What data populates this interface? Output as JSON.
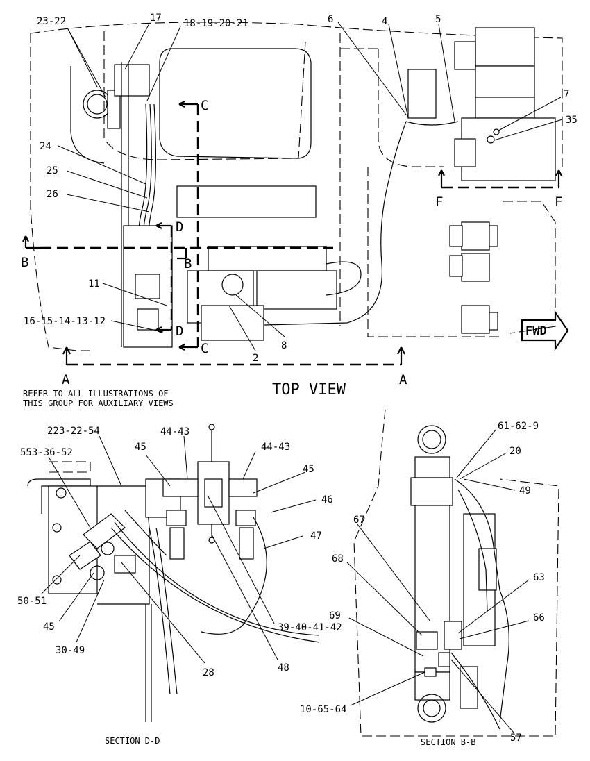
{
  "top_view": {
    "title": "TOP VIEW",
    "note_line1": "REFER TO ALL ILLUSTRATIONS OF",
    "note_line2": "THIS GROUP FOR AUXILIARY VIEWS",
    "fwd_label": "FWD",
    "callouts": {
      "c23_22": "23-22",
      "c17": "17",
      "c18_21": "18-19-20-21",
      "c6": "6",
      "c4": "4",
      "c5": "5",
      "c7": "7",
      "c35": "35",
      "c24": "24",
      "c25": "25",
      "c26": "26",
      "c11": "11",
      "c16_12": "16-15-14-13-12",
      "c2": "2",
      "c8": "8"
    },
    "section_marks": {
      "a_left": "A",
      "a_right": "A",
      "b_left": "B",
      "b_right": "B",
      "c_top": "C",
      "c_bottom": "C",
      "d_top": "D",
      "d_bottom": "D",
      "f_left": "F",
      "f_right": "F"
    }
  },
  "section_dd": {
    "caption": "SECTION D-D",
    "callouts": {
      "c2_23_22_54": "223-22-54",
      "c5_53_36_52": "553-36-52",
      "c44_43_a": "44-43",
      "c44_43_b": "44-43",
      "c45_a": "45",
      "c45_b": "45",
      "c45_c": "45",
      "c46": "46",
      "c47": "47",
      "c50_51": "50-51",
      "c30_49": "30-49",
      "c28": "28",
      "c48": "48",
      "c39_42": "39-40-41-42"
    }
  },
  "section_bb": {
    "caption": "SECTION B-B",
    "callouts": {
      "c61_62_9": "61-62-9",
      "c20": "20",
      "c49": "49",
      "c67": "67",
      "c68": "68",
      "c63": "63",
      "c66": "66",
      "c69": "69",
      "c10_65_64": "10-65-64",
      "c57": "57"
    }
  }
}
